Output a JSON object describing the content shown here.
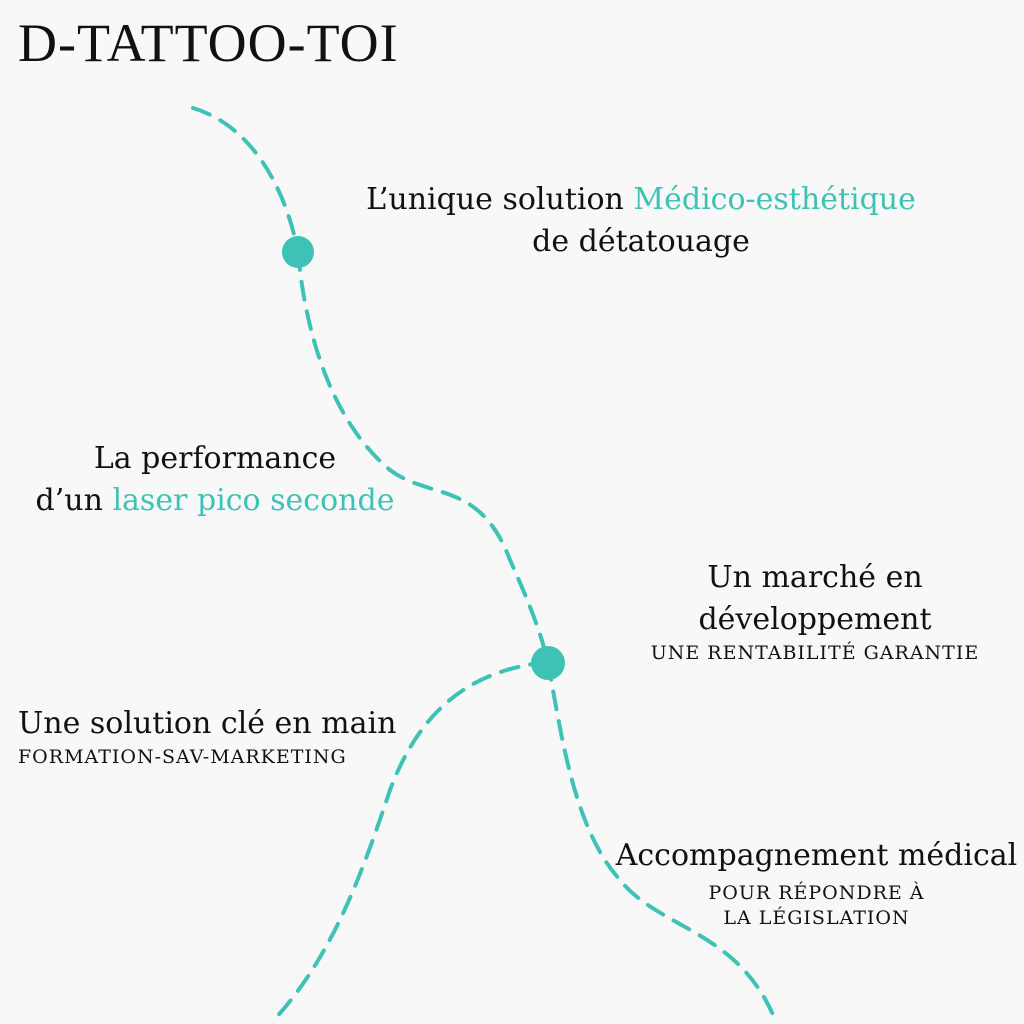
{
  "title": "D-TATTOO-TOI",
  "colors": {
    "accent": "#3fc2b6",
    "text": "#111111",
    "background": "#f8f8f8"
  },
  "nodes": {
    "medico": {
      "line1_prefix": "L’unique solution ",
      "line1_highlight": "Médico-esthétique",
      "line2": "de détatouage"
    },
    "laser": {
      "line1": "La performance",
      "line2_prefix": "d’un ",
      "line2_highlight": "laser pico seconde"
    },
    "marche": {
      "line1": "Un marché en",
      "line2": "développement",
      "sub": "UNE RENTABILITÉ GARANTIE"
    },
    "solution": {
      "line1": "Une solution clé en main",
      "sub": "FORMATION-SAV-MARKETING"
    },
    "medical": {
      "line1": "Accompagnement médical",
      "sub1": "POUR RÉPONDRE À",
      "sub2": "LA LÉGISLATION"
    }
  }
}
